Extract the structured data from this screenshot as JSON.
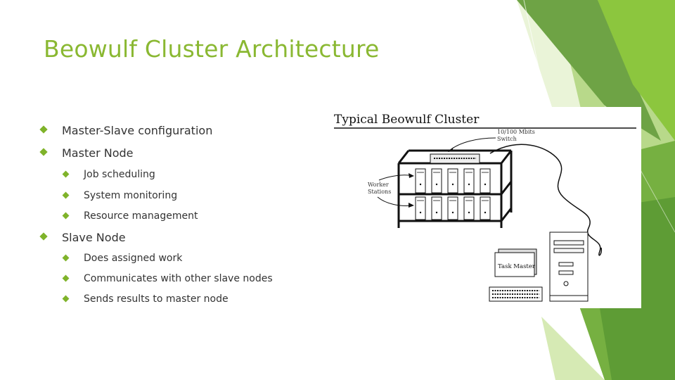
{
  "slide": {
    "title": "Beowulf Cluster Architecture",
    "bullets": [
      {
        "level": 1,
        "text": "Master-Slave configuration"
      },
      {
        "level": 1,
        "text": "Master Node"
      },
      {
        "level": 2,
        "text": "Job scheduling"
      },
      {
        "level": 2,
        "text": "System monitoring"
      },
      {
        "level": 2,
        "text": "Resource management"
      },
      {
        "level": 1,
        "text": "Slave Node"
      },
      {
        "level": 2,
        "text": "Does assigned work"
      },
      {
        "level": 2,
        "text": "Communicates with other slave nodes"
      },
      {
        "level": 2,
        "text": "Sends results to master node"
      }
    ]
  },
  "figure": {
    "heading": "Typical Beowulf Cluster",
    "switch_label": [
      "10/100 Mbits",
      "Switch"
    ],
    "stations_label": [
      "Worker",
      "Stations"
    ],
    "master_label": "Task Master"
  },
  "colors": {
    "title": "#8ab832",
    "bullet": "#7fb32a",
    "text": "#333333"
  }
}
